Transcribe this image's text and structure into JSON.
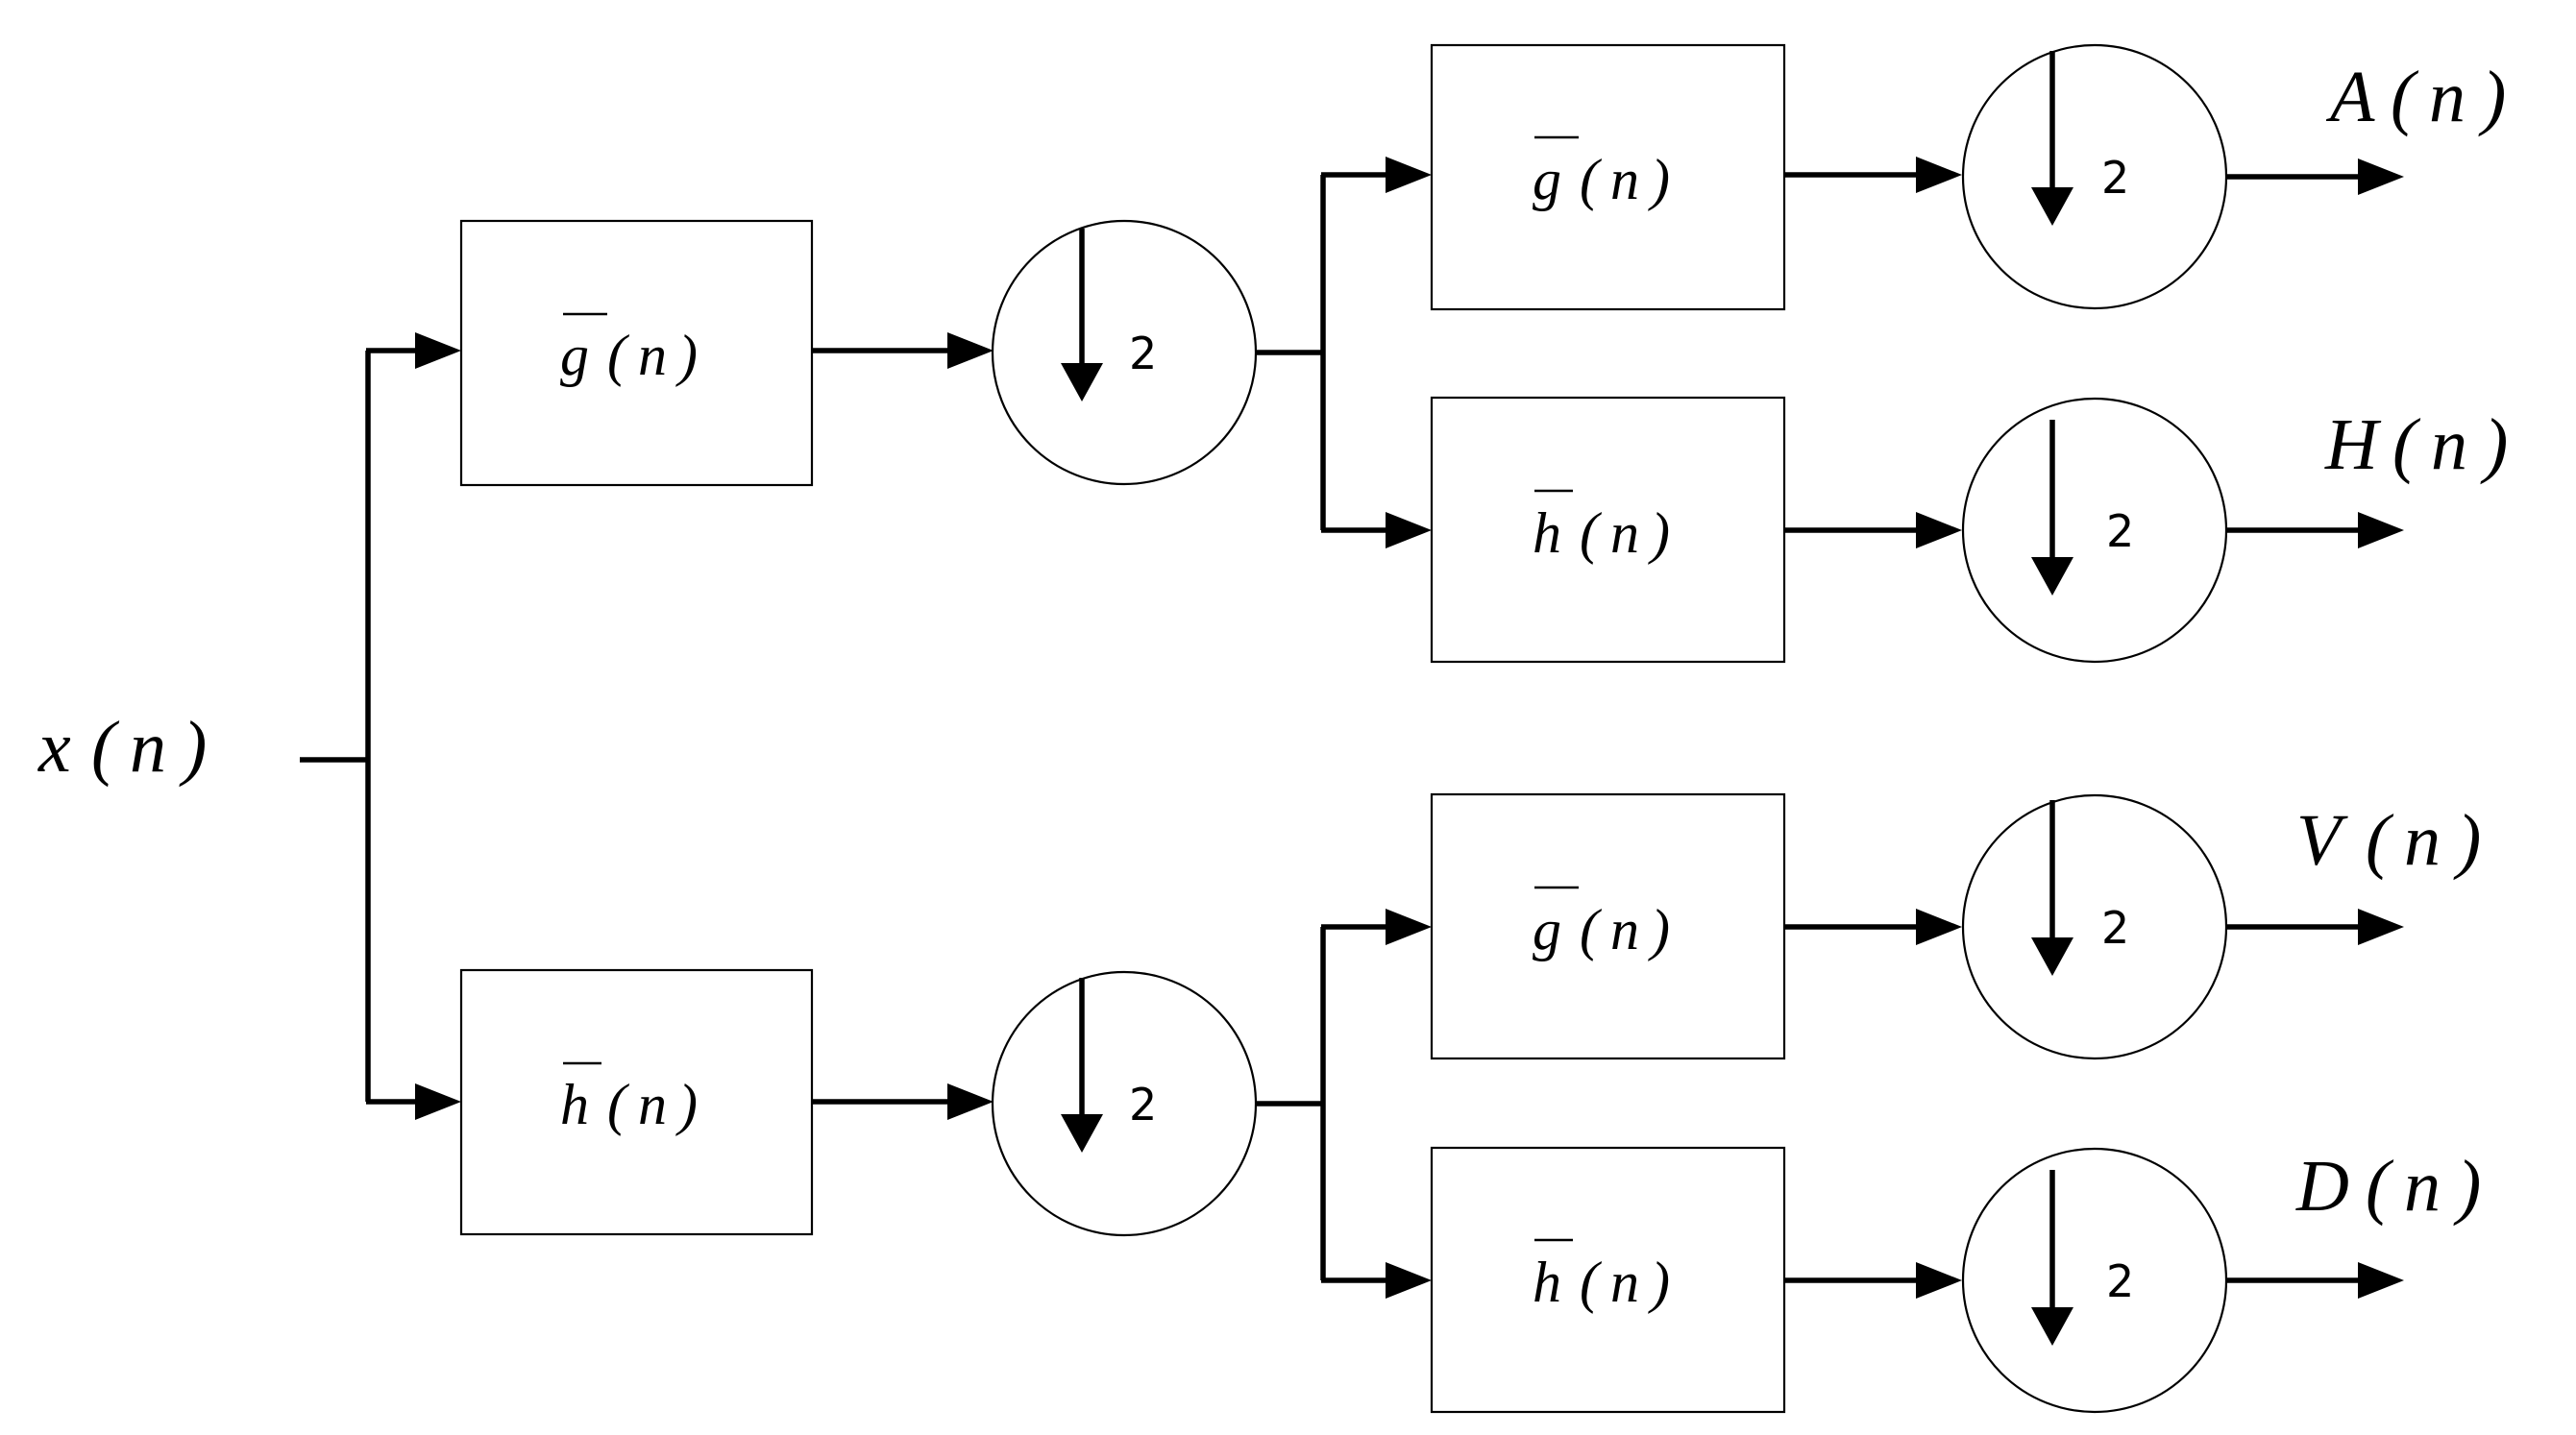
{
  "input": {
    "symbol": "x",
    "arg": "n"
  },
  "filters": {
    "g": {
      "symbol": "g",
      "arg": "n"
    },
    "h": {
      "symbol": "h",
      "arg": "n"
    }
  },
  "decimation_factor": "2",
  "outputs": [
    {
      "symbol": "A",
      "arg": "n"
    },
    {
      "symbol": "H",
      "arg": "n"
    },
    {
      "symbol": "V",
      "arg": "n"
    },
    {
      "symbol": "D",
      "arg": "n"
    }
  ],
  "colors": {
    "stroke": "#000000",
    "background": "#ffffff"
  }
}
